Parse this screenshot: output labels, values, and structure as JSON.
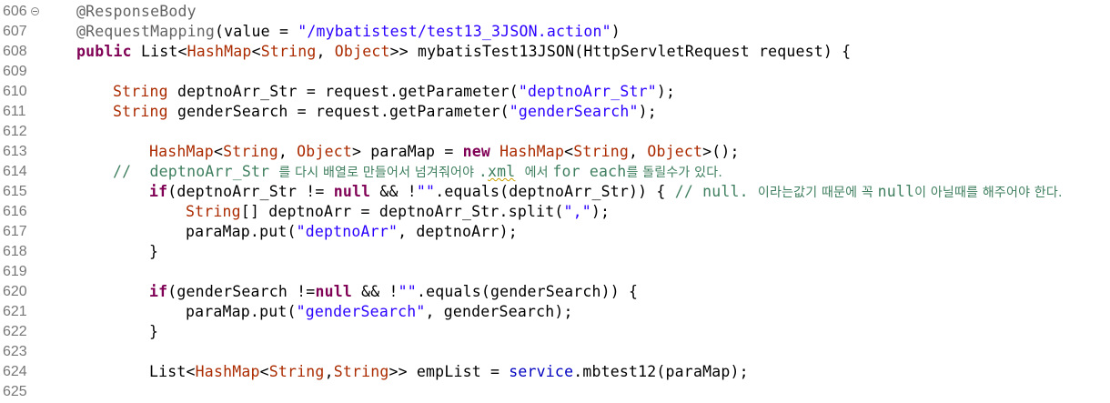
{
  "editor": {
    "lines": [
      {
        "n": "606",
        "fold": true,
        "indent": 0,
        "tokens": [
          {
            "t": "@ResponseBody",
            "c": "ann"
          }
        ]
      },
      {
        "n": "607",
        "indent": 0,
        "tokens": [
          {
            "t": "@RequestMapping",
            "c": "ann"
          },
          {
            "t": "(value = "
          },
          {
            "t": "\"/mybatistest/test13_3JSON.action\"",
            "c": "str"
          },
          {
            "t": ")"
          }
        ]
      },
      {
        "n": "608",
        "indent": 0,
        "tokens": [
          {
            "t": "public",
            "c": "kw"
          },
          {
            "t": " List<"
          },
          {
            "t": "HashMap",
            "c": "type"
          },
          {
            "t": "<"
          },
          {
            "t": "String",
            "c": "type"
          },
          {
            "t": ", "
          },
          {
            "t": "Object",
            "c": "type"
          },
          {
            "t": ">> mybatisTest13JSON(HttpServletRequest request) {"
          }
        ]
      },
      {
        "n": "609",
        "indent": 0,
        "tokens": []
      },
      {
        "n": "610",
        "indent": 1,
        "tokens": [
          {
            "t": "String",
            "c": "type"
          },
          {
            "t": " deptnoArr_Str = request.getParameter("
          },
          {
            "t": "\"deptnoArr_Str\"",
            "c": "str"
          },
          {
            "t": ");"
          }
        ]
      },
      {
        "n": "611",
        "indent": 1,
        "tokens": [
          {
            "t": "String",
            "c": "type"
          },
          {
            "t": " genderSearch = request.getParameter("
          },
          {
            "t": "\"genderSearch\"",
            "c": "str"
          },
          {
            "t": ");"
          }
        ]
      },
      {
        "n": "612",
        "indent": 0,
        "tokens": []
      },
      {
        "n": "613",
        "indent": 2,
        "tokens": [
          {
            "t": "HashMap",
            "c": "type"
          },
          {
            "t": "<"
          },
          {
            "t": "String",
            "c": "type"
          },
          {
            "t": ", "
          },
          {
            "t": "Object",
            "c": "type"
          },
          {
            "t": "> paraMap = "
          },
          {
            "t": "new",
            "c": "kw"
          },
          {
            "t": " "
          },
          {
            "t": "HashMap",
            "c": "type"
          },
          {
            "t": "<"
          },
          {
            "t": "String",
            "c": "type"
          },
          {
            "t": ", "
          },
          {
            "t": "Object",
            "c": "type"
          },
          {
            "t": ">();"
          }
        ]
      },
      {
        "n": "614",
        "indent": 1,
        "tokens": [
          {
            "t": "//  deptnoArr_Str ",
            "c": "cmt"
          },
          {
            "t": "를 다시 배열로 만들어서 넘겨줘어야 ",
            "c": "cmt hangul"
          },
          {
            "t": ".",
            "c": "cmt"
          },
          {
            "t": "xml",
            "c": "cmt squig"
          },
          {
            "t": " ",
            "c": "cmt"
          },
          {
            "t": "에서 ",
            "c": "cmt hangul"
          },
          {
            "t": "for each",
            "c": "cmt"
          },
          {
            "t": "를 돌릴수가 있다.",
            "c": "cmt hangul"
          }
        ]
      },
      {
        "n": "615",
        "indent": 2,
        "tokens": [
          {
            "t": "if",
            "c": "kw"
          },
          {
            "t": "(deptnoArr_Str != "
          },
          {
            "t": "null",
            "c": "kw"
          },
          {
            "t": " && !"
          },
          {
            "t": "\"\"",
            "c": "str"
          },
          {
            "t": ".equals(deptnoArr_Str)) { "
          },
          {
            "t": "// null. ",
            "c": "cmt"
          },
          {
            "t": "이라는값기 때문에 꼭 ",
            "c": "cmt hangul"
          },
          {
            "t": "null",
            "c": "cmt"
          },
          {
            "t": "이 아닐때를 해주어야 한다.",
            "c": "cmt hangul"
          }
        ]
      },
      {
        "n": "616",
        "indent": 3,
        "tokens": [
          {
            "t": "String",
            "c": "type"
          },
          {
            "t": "[] deptnoArr = deptnoArr_Str.split("
          },
          {
            "t": "\",\"",
            "c": "str"
          },
          {
            "t": ");"
          }
        ]
      },
      {
        "n": "617",
        "indent": 3,
        "tokens": [
          {
            "t": "paraMap.put("
          },
          {
            "t": "\"deptnoArr\"",
            "c": "str"
          },
          {
            "t": ", deptnoArr);"
          }
        ]
      },
      {
        "n": "618",
        "indent": 2,
        "tokens": [
          {
            "t": "}"
          }
        ]
      },
      {
        "n": "619",
        "indent": 0,
        "tokens": []
      },
      {
        "n": "620",
        "indent": 2,
        "tokens": [
          {
            "t": "if",
            "c": "kw"
          },
          {
            "t": "(genderSearch !="
          },
          {
            "t": "null",
            "c": "kw"
          },
          {
            "t": " && !"
          },
          {
            "t": "\"\"",
            "c": "str"
          },
          {
            "t": ".equals(genderSearch)) {"
          }
        ]
      },
      {
        "n": "621",
        "indent": 3,
        "tokens": [
          {
            "t": "paraMap.put("
          },
          {
            "t": "\"genderSearch\"",
            "c": "str"
          },
          {
            "t": ", genderSearch);"
          }
        ]
      },
      {
        "n": "622",
        "indent": 2,
        "tokens": [
          {
            "t": "}"
          }
        ]
      },
      {
        "n": "623",
        "indent": 0,
        "tokens": []
      },
      {
        "n": "624",
        "indent": 2,
        "tokens": [
          {
            "t": "List<"
          },
          {
            "t": "HashMap",
            "c": "type"
          },
          {
            "t": "<"
          },
          {
            "t": "String",
            "c": "type"
          },
          {
            "t": ","
          },
          {
            "t": "String",
            "c": "type"
          },
          {
            "t": ">> empList = "
          },
          {
            "t": "service",
            "c": "fld"
          },
          {
            "t": ".mbtest12(paraMap);"
          }
        ]
      },
      {
        "n": "625",
        "indent": 0,
        "tokens": []
      }
    ]
  },
  "colors": {
    "keyword": "#7f0055",
    "annotation": "#646464",
    "string": "#2a00ff",
    "type": "#ab2b00",
    "comment": "#3f7f5f",
    "field": "#0000c0",
    "line_number": "#787878"
  },
  "icons": {
    "fold": "collapse-fold-icon"
  }
}
